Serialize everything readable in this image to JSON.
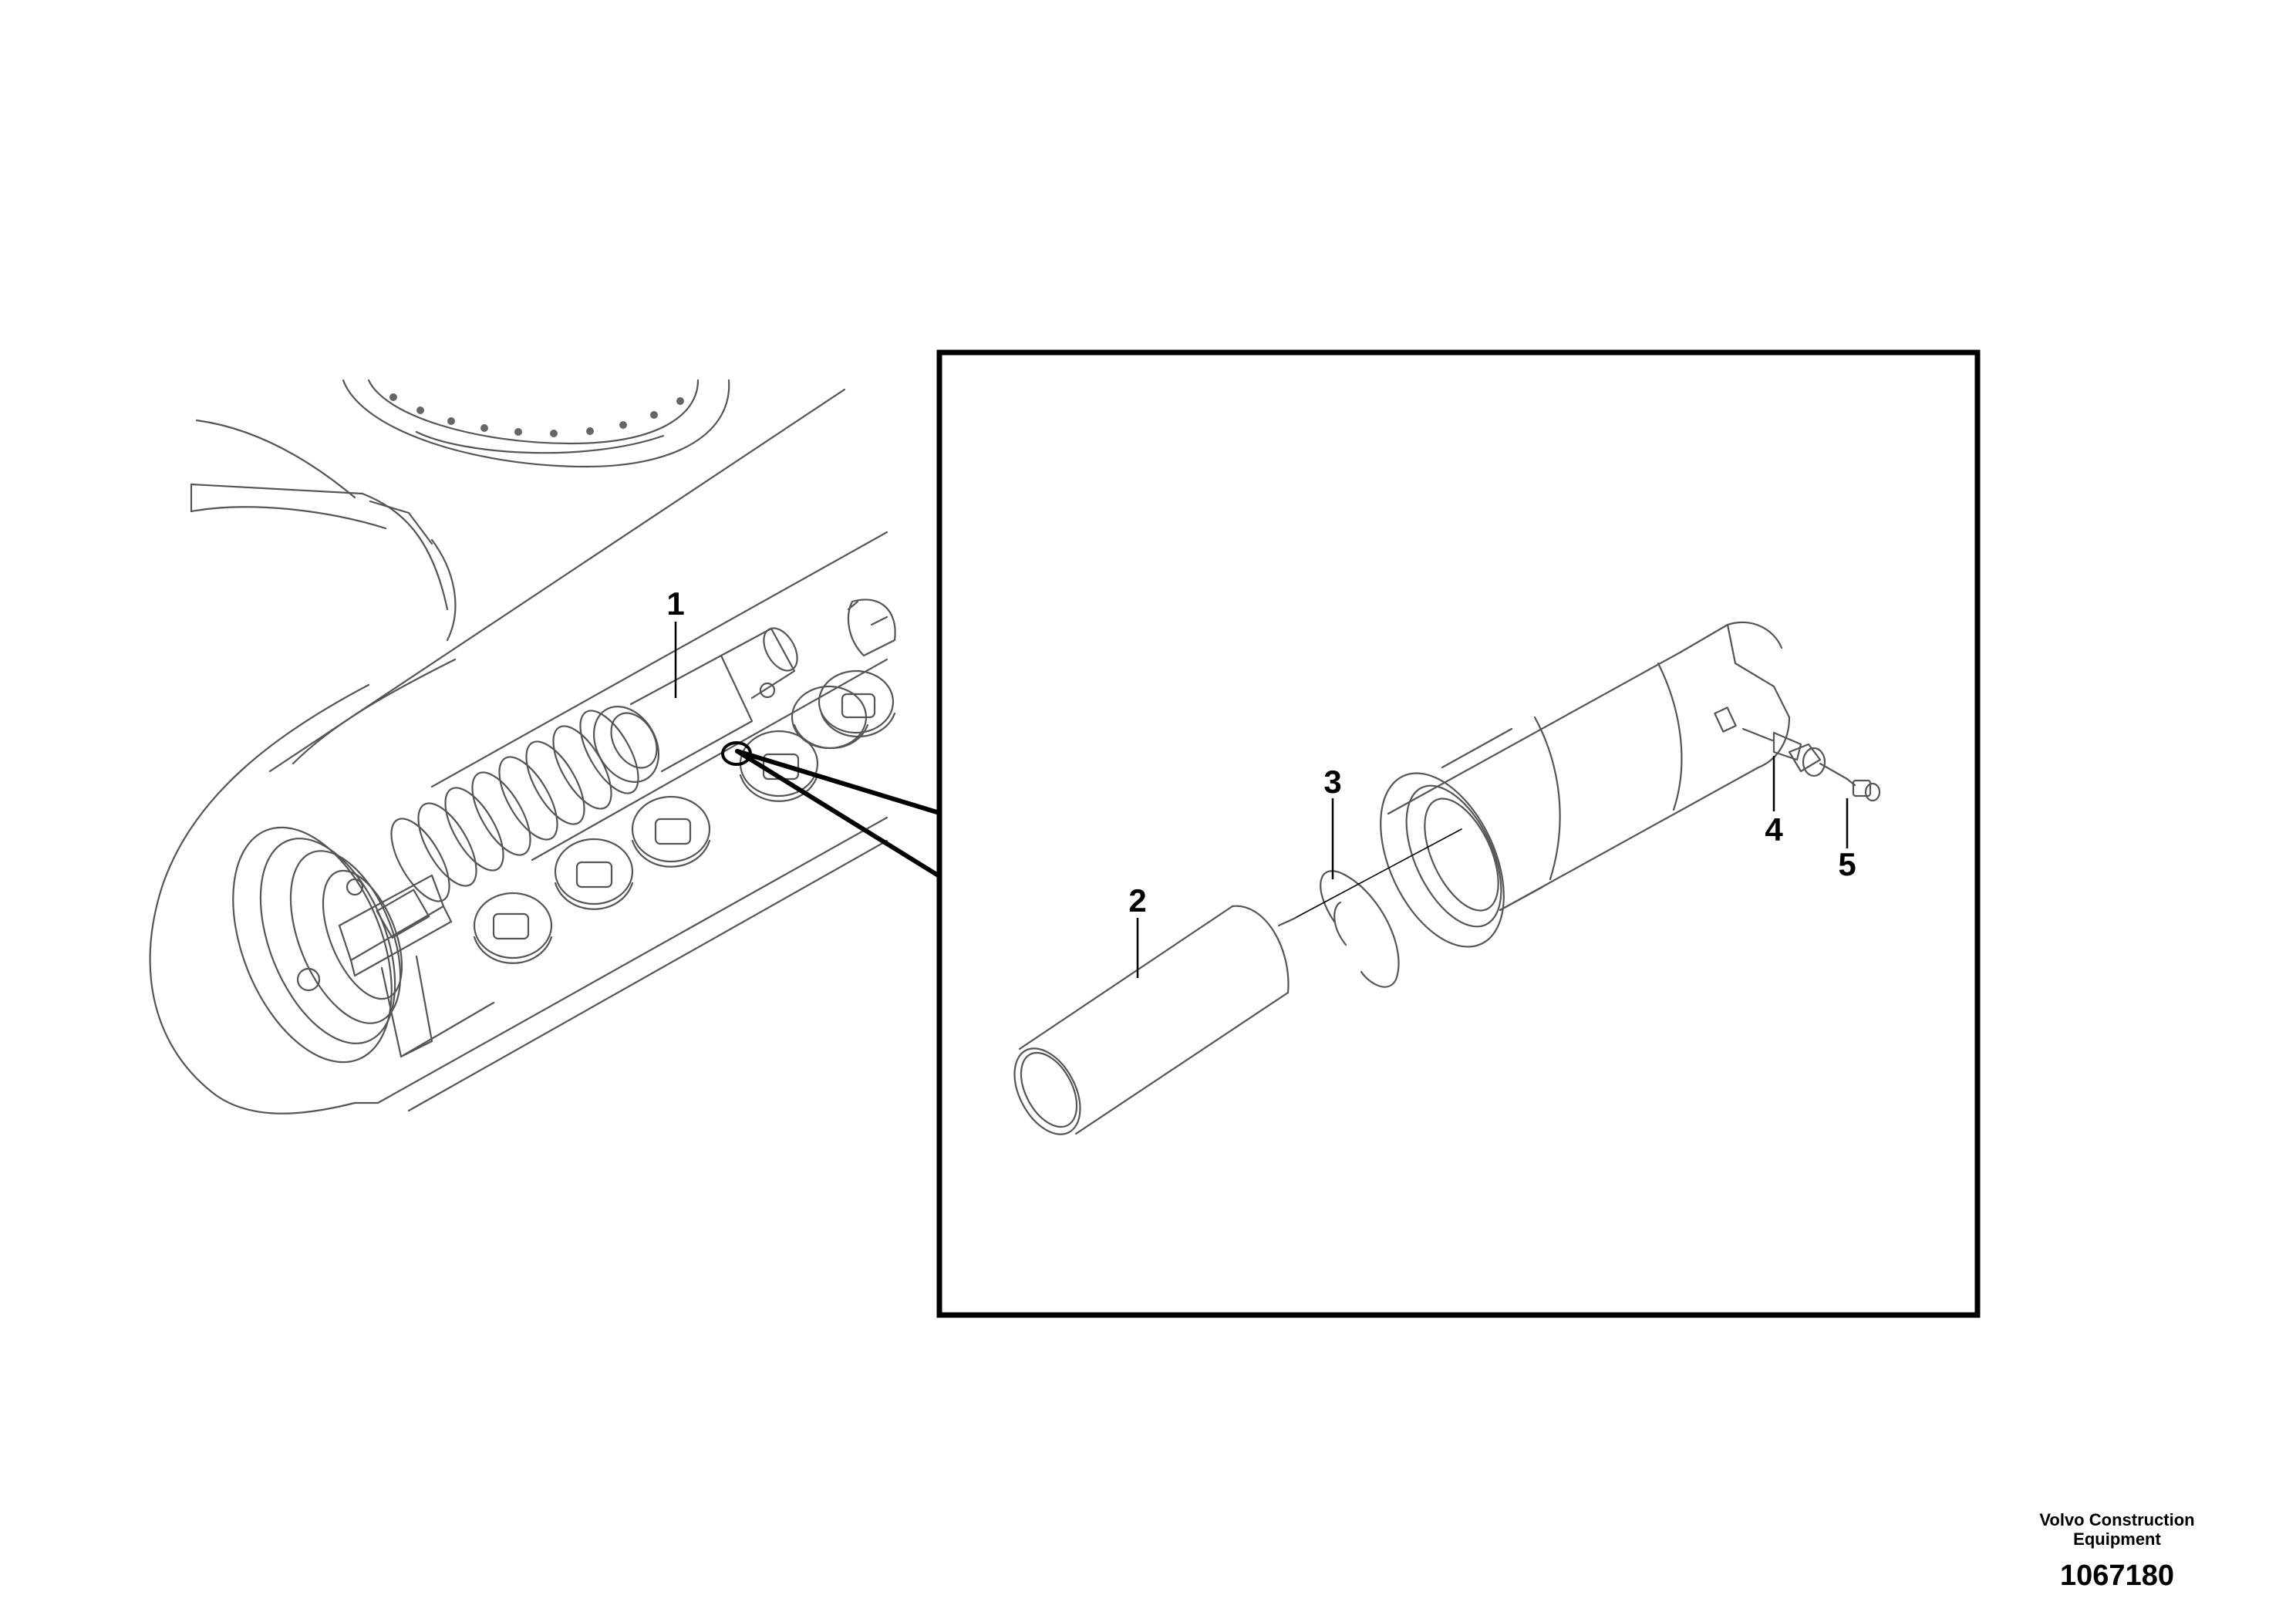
{
  "callouts": [
    {
      "id": "1",
      "label": "1"
    },
    {
      "id": "2",
      "label": "2"
    },
    {
      "id": "3",
      "label": "3"
    },
    {
      "id": "4",
      "label": "4"
    },
    {
      "id": "5",
      "label": "5"
    }
  ],
  "credit": {
    "maker_line1": "Volvo Construction",
    "maker_line2": "Equipment",
    "document_number": "1067180"
  }
}
